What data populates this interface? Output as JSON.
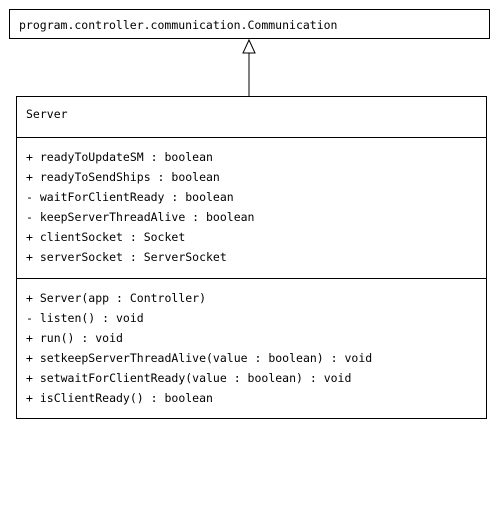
{
  "parent_class": {
    "name": "program.controller.communication.Communication"
  },
  "class": {
    "name": "Server",
    "attributes": [
      "+ readyToUpdateSM : boolean",
      "+ readyToSendShips : boolean",
      "- waitForClientReady : boolean",
      "- keepServerThreadAlive : boolean",
      "+ clientSocket : Socket",
      "+ serverSocket : ServerSocket"
    ],
    "operations": [
      "+ Server(app : Controller)",
      "- listen() : void",
      "+ run() : void",
      "+ setkeepServerThreadAlive(value : boolean) : void",
      "+ setwaitForClientReady(value : boolean) : void",
      "+ isClientReady() : boolean"
    ]
  },
  "relationship": {
    "type": "generalization"
  }
}
